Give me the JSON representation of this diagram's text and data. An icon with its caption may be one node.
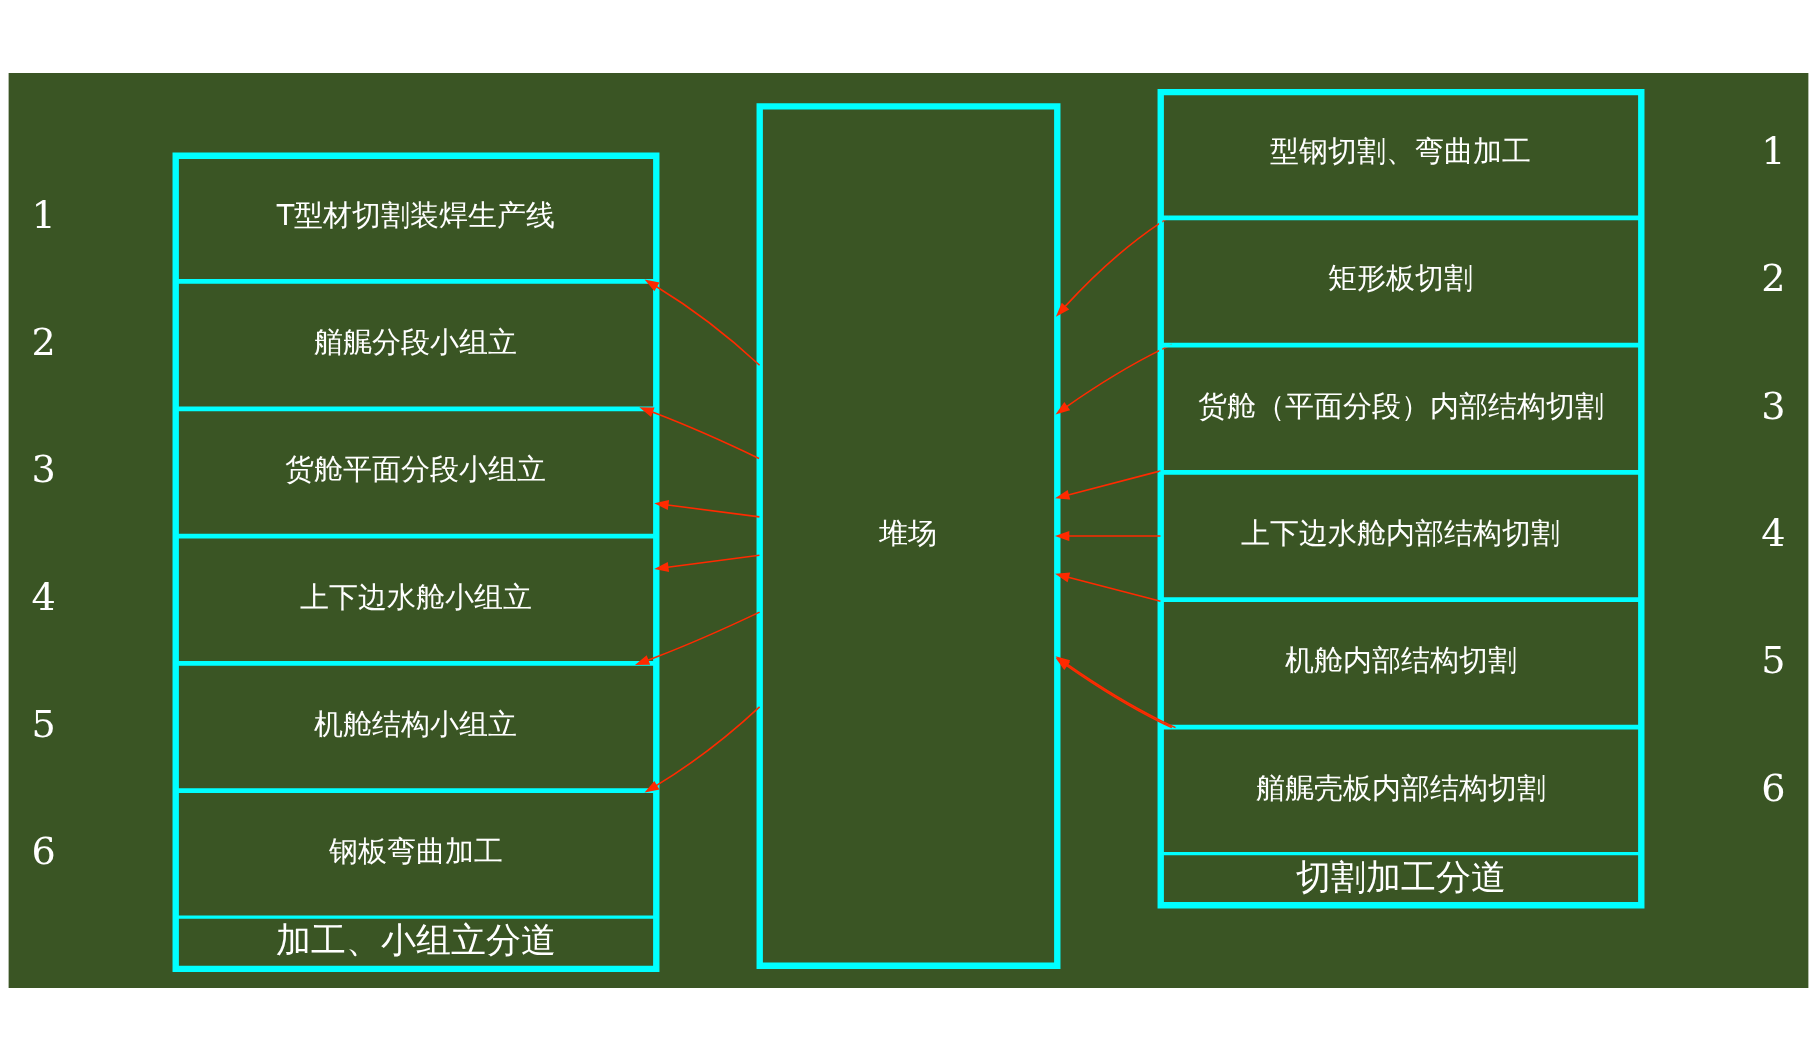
{
  "diagram": {
    "nodes": [
      {
        "text": [
          "加工、小组立分道"
        ]
      },
      {
        "text": [
          "T型材切割装焊生产线"
        ],
        "in": 0
      },
      {
        "text": [
          "艏艉分段小组立"
        ],
        "in": 0
      },
      {
        "text": [
          "货舱平面分段小组立"
        ],
        "in": 0
      },
      {
        "text": [
          "上下边水舱小组立"
        ],
        "in": 0
      },
      {
        "text": [
          "机舱结构小组立"
        ],
        "in": 0
      },
      {
        "text": [
          "钢板弯曲加工"
        ],
        "in": 0
      },
      {
        "text": [
          "堆场"
        ]
      },
      {
        "text": [
          "切割加工分道"
        ]
      },
      {
        "text": [
          "型钢切割、弯曲加工"
        ],
        "in": 8
      },
      {
        "text": [
          "矩形板切割"
        ],
        "in": 8
      },
      {
        "text": [
          "货舱（平面分段）内部结构切割"
        ],
        "in": 8
      },
      {
        "text": [
          "上下边水舱内部结构切割"
        ],
        "in": 8
      },
      {
        "text": [
          "机舱内部结构切割"
        ],
        "in": 8
      },
      {
        "text": [
          "艏艉壳板内部结构切割"
        ],
        "in": 8
      }
    ],
    "edges": [
      {
        "from": 7,
        "to": 1,
        "arrow": "to"
      },
      {
        "from": 7,
        "to": 2,
        "arrow": "to"
      },
      {
        "from": 7,
        "to": 3,
        "arrow": "to"
      },
      {
        "from": 7,
        "to": 4,
        "arrow": "to"
      },
      {
        "from": 7,
        "to": 5,
        "arrow": "to"
      },
      {
        "from": 7,
        "to": 6,
        "arrow": "to"
      },
      {
        "from": 9,
        "to": 7,
        "arrow": "to"
      },
      {
        "from": 10,
        "to": 7,
        "arrow": "to"
      },
      {
        "from": 11,
        "to": 7,
        "arrow": "to"
      },
      {
        "from": 12,
        "to": 7,
        "arrow": "to"
      },
      {
        "from": 13,
        "to": 7,
        "arrow": "to"
      },
      {
        "from": 14,
        "to": 7,
        "arrow": "to"
      },
      {
        "from": 14,
        "to": 7,
        "arrow": "to"
      }
    ],
    "labels": [
      "1",
      "1",
      "2",
      "2",
      "3",
      "3",
      "4",
      "4",
      "5",
      "5",
      "6",
      "6"
    ]
  }
}
